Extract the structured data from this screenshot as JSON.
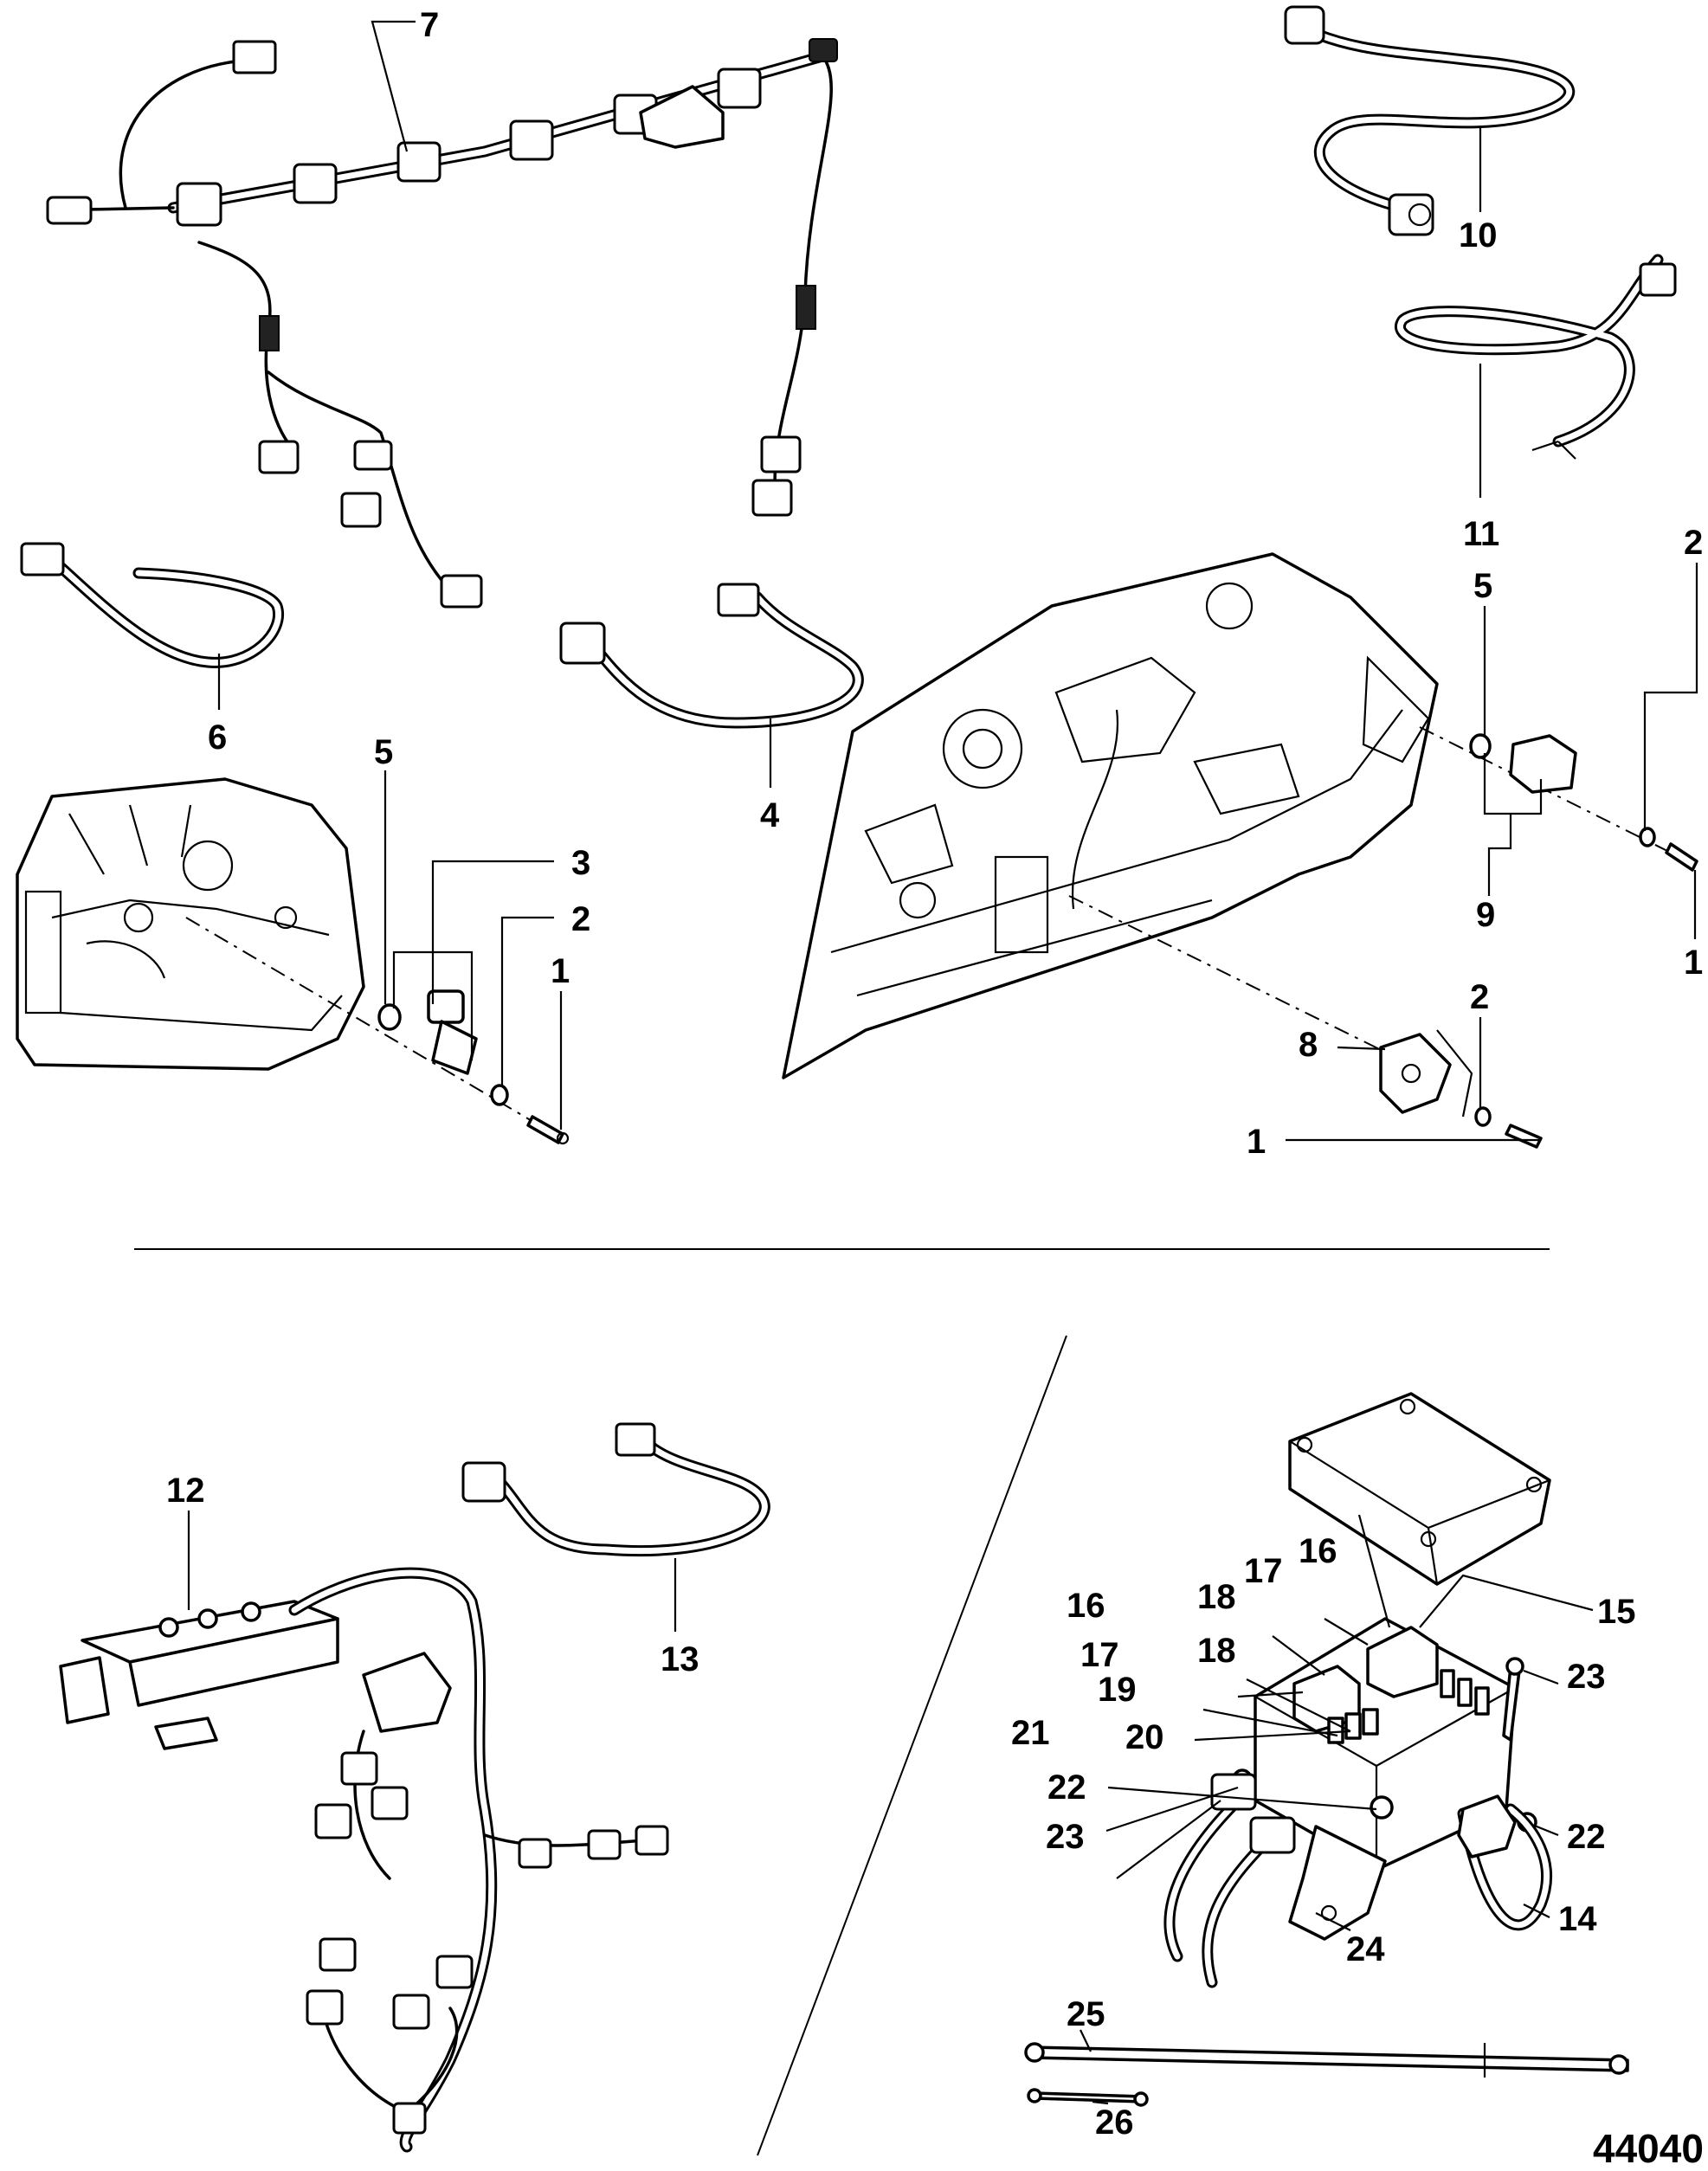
{
  "labels": {
    "l1a": "1",
    "l1b": "1",
    "l1c": "1",
    "l2a": "2",
    "l2b": "2",
    "l2c": "2",
    "l3": "3",
    "l4": "4",
    "l5a": "5",
    "l5b": "5",
    "l6": "6",
    "l7": "7",
    "l8": "8",
    "l9": "9",
    "l10": "10",
    "l11": "11",
    "l12": "12",
    "l13": "13",
    "l14": "14",
    "l15": "15",
    "l16a": "16",
    "l16b": "16",
    "l17a": "17",
    "l17b": "17",
    "l18a": "18",
    "l18b": "18",
    "l19": "19",
    "l20": "20",
    "l21": "21",
    "l22a": "22",
    "l22b": "22",
    "l23a": "23",
    "l23b": "23",
    "l24": "24",
    "l25": "25",
    "l26": "26"
  },
  "figure_number": "44040"
}
